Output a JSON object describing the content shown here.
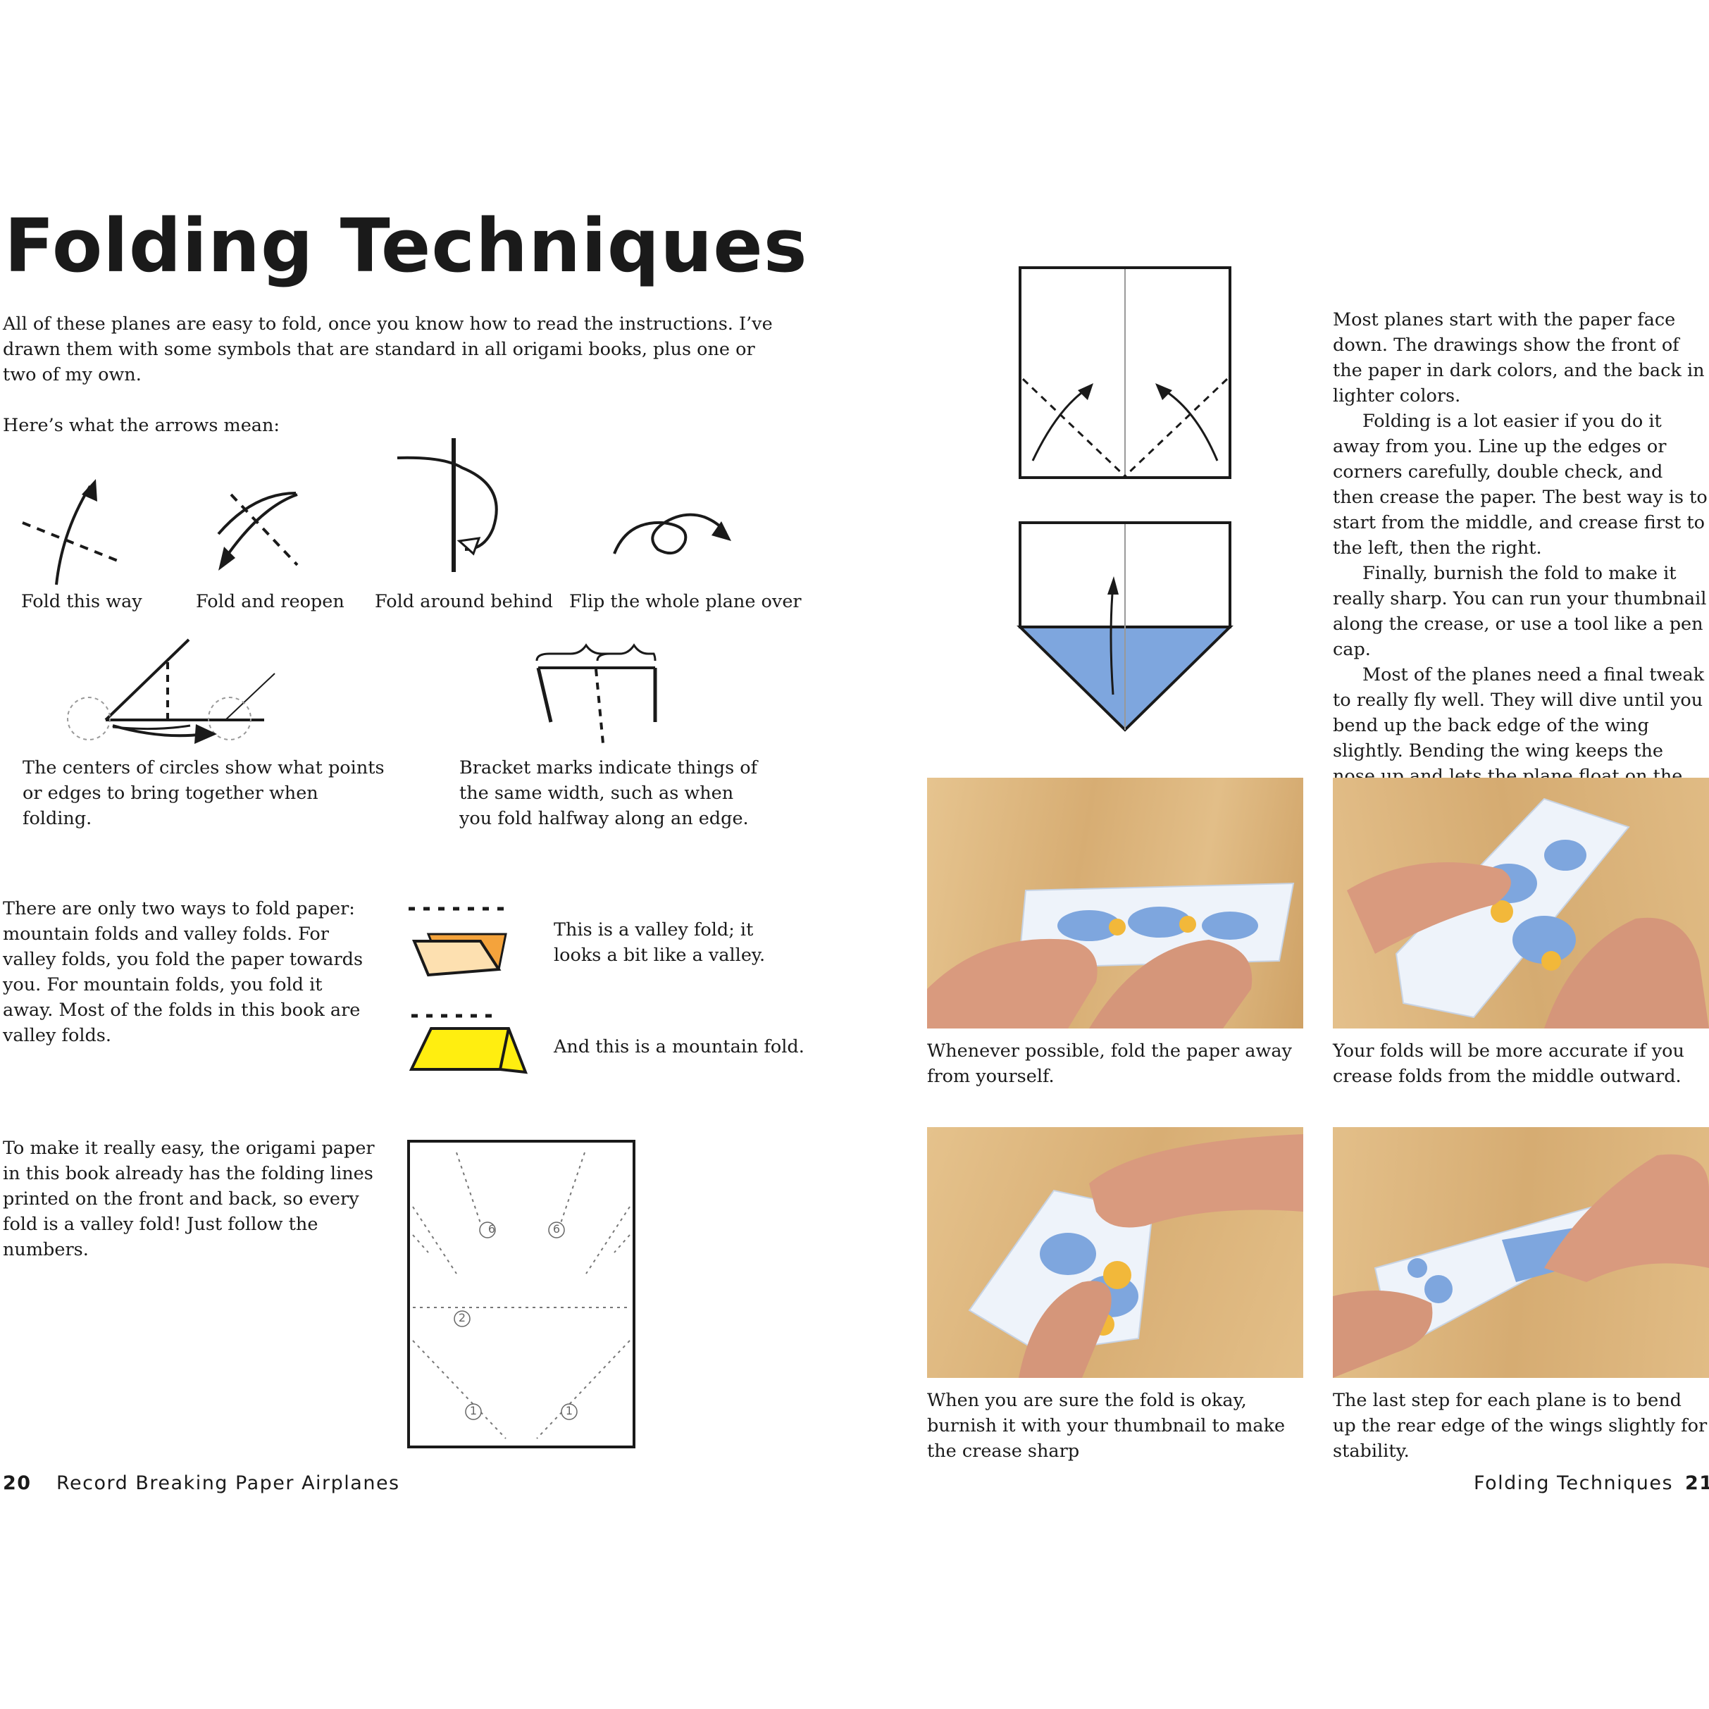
{
  "left_page": {
    "title": "Folding Techniques",
    "intro": "All of these planes are easy to fold, once you know how to read the instructions. I’ve drawn them with some symbols that are standard in all origami books, plus one or two of my own.",
    "arrows_intro": "Here’s what the arrows mean:",
    "arrow_labels": [
      "Fold this way",
      "Fold and reopen",
      "Fold around behind",
      "Flip the whole plane over"
    ],
    "circles_caption": "The centers of circles show what points or edges to bring together when folding.",
    "brackets_caption": "Bracket marks indicate things of the same width, such as when you fold halfway along an edge.",
    "folds_text": "There are only two ways to fold paper: mountain folds and valley folds. For valley folds, you fold the paper towards you. For mountain folds, you fold it away. Most of the folds in this book are valley folds.",
    "valley_caption": "This is a valley fold; it looks a bit like a valley.",
    "mountain_caption": "And this is a mountain fold.",
    "paper_text": "To make it really easy, the origami paper in this book already has the folding lines printed on the front and back, so every fold is a valley fold! Just follow the numbers.",
    "diagram_numbers": [
      "6",
      "6",
      "2",
      "1",
      "1"
    ],
    "page_number": "20",
    "running_title": "Record Breaking Paper Airplanes"
  },
  "right_page": {
    "paragraphs": [
      "Most planes start with the paper face down. The drawings show the front of the paper in dark colors, and the back in lighter colors.",
      "Folding is a lot easier if you do it away from you. Line up the edges or corners carefully, double check, and then crease the paper. The best way is to start from the middle, and crease first to the left, then the right.",
      "Finally, burnish the fold to make it really sharp. You can run your thumbnail along the crease, or use a tool like a pen cap.",
      "Most of the planes need a final tweak to really fly well. They will dive until you bend up the back edge of the wing slightly. Bending the wing keeps the nose up and lets the plane float on the air. But too much, and it will stall and crash. Add and subtract until the plane flies just right."
    ],
    "photo_captions": [
      "Whenever possible, fold the paper away from yourself.",
      "Your folds will be more accurate if you crease folds from the middle outward.",
      "When you are sure the fold is okay, burnish it with your thumbnail to make the crease sharp",
      "The last step for each plane is to bend up the rear edge of the wings slightly for stability."
    ],
    "running_title": "Folding Techniques",
    "page_number": "21"
  },
  "colors": {
    "text": "#1a1a1a",
    "blue_fold": "#7ea6de",
    "valley_orange": "#f4a33c",
    "valley_light": "#fde0b0",
    "mountain_yellow": "#ffee10",
    "wood": "#d9b27a"
  }
}
